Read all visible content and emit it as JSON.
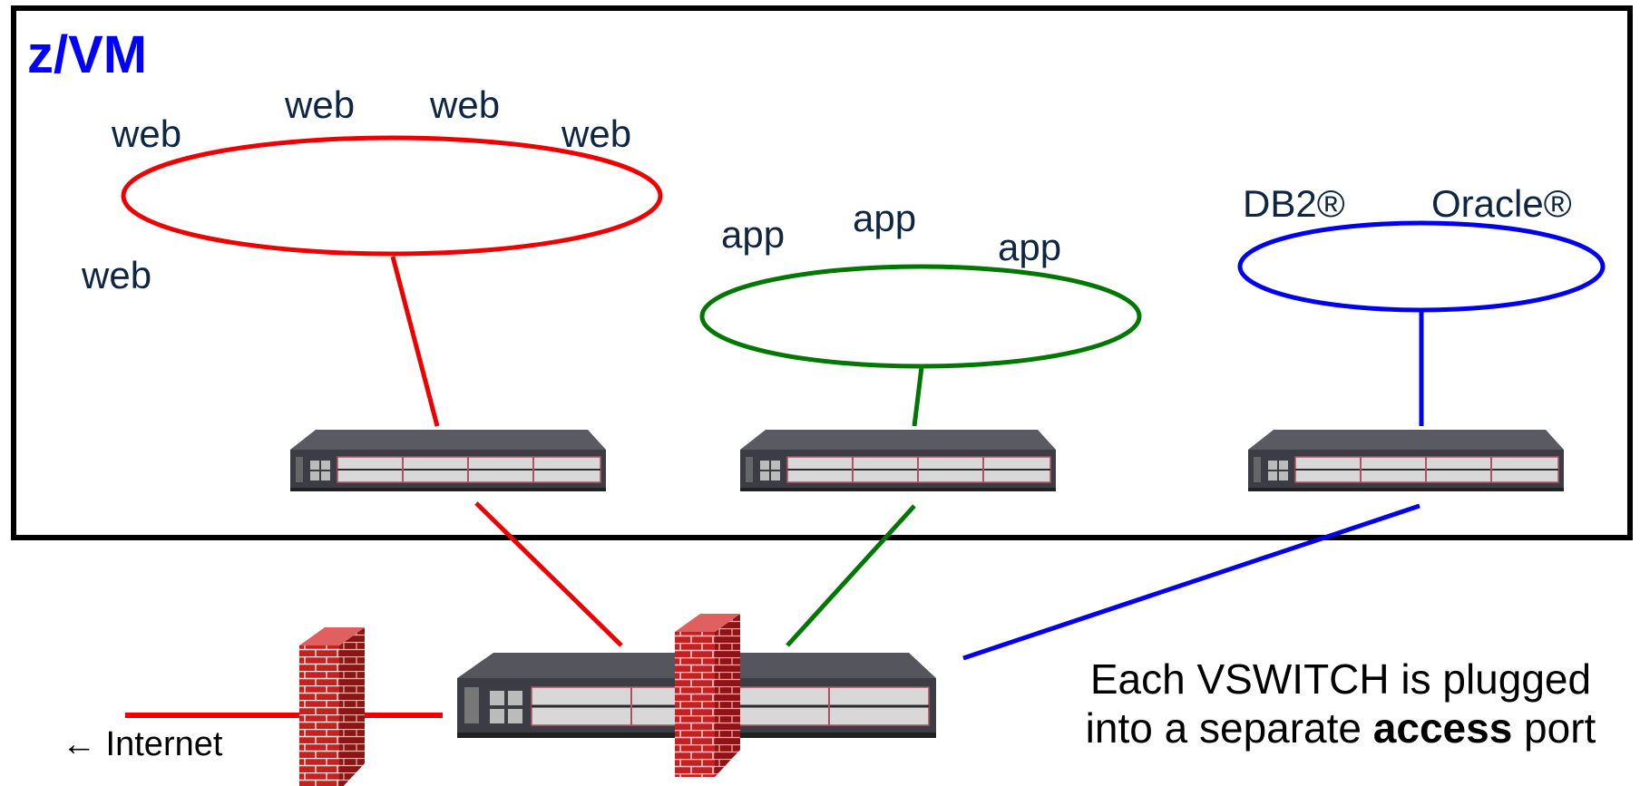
{
  "zvm": {
    "title": "z/VM"
  },
  "groups": {
    "web": {
      "labels": [
        "web",
        "web",
        "web",
        "web",
        "web"
      ],
      "color": "#ee0000"
    },
    "app": {
      "labels": [
        "app",
        "app",
        "app"
      ],
      "color": "#008000"
    },
    "db": {
      "labels": [
        "DB2®",
        "Oracle®"
      ],
      "color": "#0000ee"
    }
  },
  "caption": {
    "line1": "Each VSWITCH is plugged",
    "line2_pre": "into a separate ",
    "line2_bold": "access",
    "line2_post": " port"
  },
  "internet": {
    "label": "← Internet"
  }
}
